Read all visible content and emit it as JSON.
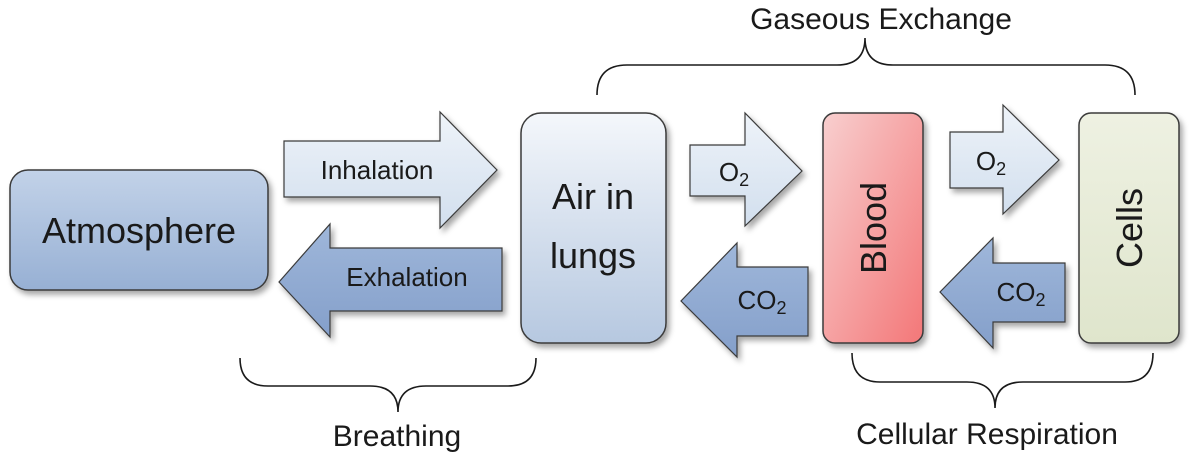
{
  "nodes": {
    "atmosphere": "Atmosphere",
    "air_in_lungs": [
      "Air in",
      "lungs"
    ],
    "blood": "Blood",
    "cells": "Cells"
  },
  "arrows": {
    "inhalation": "Inhalation",
    "exhalation": "Exhalation",
    "o2_lungs_to_blood": {
      "base": "O",
      "sub": "2"
    },
    "co2_blood_to_lungs": {
      "base": "CO",
      "sub": "2"
    },
    "o2_blood_to_cells": {
      "base": "O",
      "sub": "2"
    },
    "co2_cells_to_blood": {
      "base": "CO",
      "sub": "2"
    }
  },
  "groups": {
    "gaseous_exchange": "Gaseous Exchange",
    "breathing": "Breathing",
    "cellular_respiration": "Cellular Respiration"
  },
  "colors": {
    "atmosphere_fill": "#a7bcda",
    "lungs_fill_top": "#f3f6fb",
    "lungs_fill_bottom": "#b6c8e0",
    "blood_fill_top": "#f7c9c9",
    "blood_fill_bottom": "#f47f80",
    "cells_fill": "#e6ebd6",
    "light_arrow": "#dde6f2",
    "dark_arrow": "#8eaad2",
    "stroke": "#3a3a3a"
  }
}
